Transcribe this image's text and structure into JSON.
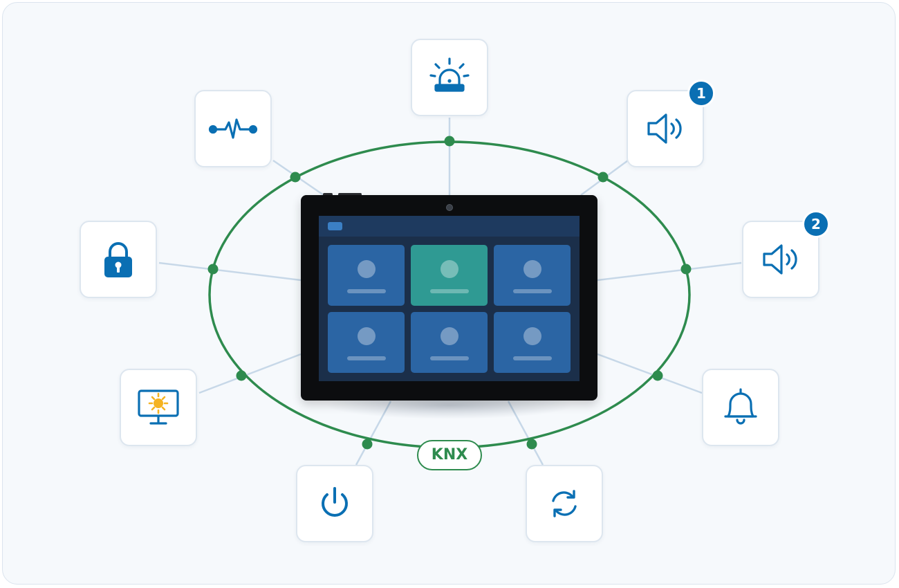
{
  "bus": {
    "label": "KNX"
  },
  "nodes": [
    {
      "id": "siren",
      "icon": "alarm-siren-icon"
    },
    {
      "id": "heartbeat",
      "icon": "heartbeat-icon"
    },
    {
      "id": "speaker-1",
      "icon": "speaker-icon",
      "badge": "1"
    },
    {
      "id": "lock",
      "icon": "lock-icon"
    },
    {
      "id": "speaker-2",
      "icon": "speaker-icon",
      "badge": "2"
    },
    {
      "id": "display",
      "icon": "sun-display-icon"
    },
    {
      "id": "bell",
      "icon": "bell-icon"
    },
    {
      "id": "power",
      "icon": "power-icon"
    },
    {
      "id": "sync",
      "icon": "sync-icon"
    }
  ],
  "colors": {
    "bus": "#2e8b4e",
    "connector": "#c7d8e8",
    "icon": "#0a6fb3",
    "badge": "#0a6fb3",
    "sun": "#f5b321",
    "tile": "#2b65a4",
    "tile_active": "#2f9a93"
  },
  "tablet": {
    "tiles": 6,
    "active_tile": 2
  }
}
